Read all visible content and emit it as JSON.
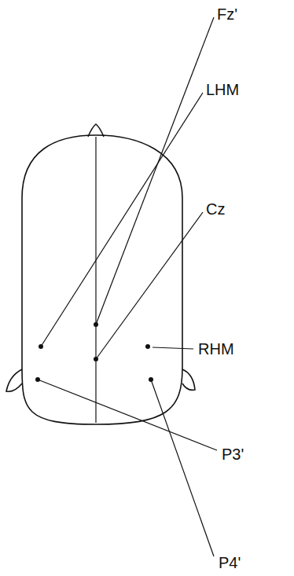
{
  "diagram": {
    "labels": [
      "Fz'",
      "LHM",
      "Cz",
      "RHM",
      "P3'",
      "P4'"
    ]
  }
}
